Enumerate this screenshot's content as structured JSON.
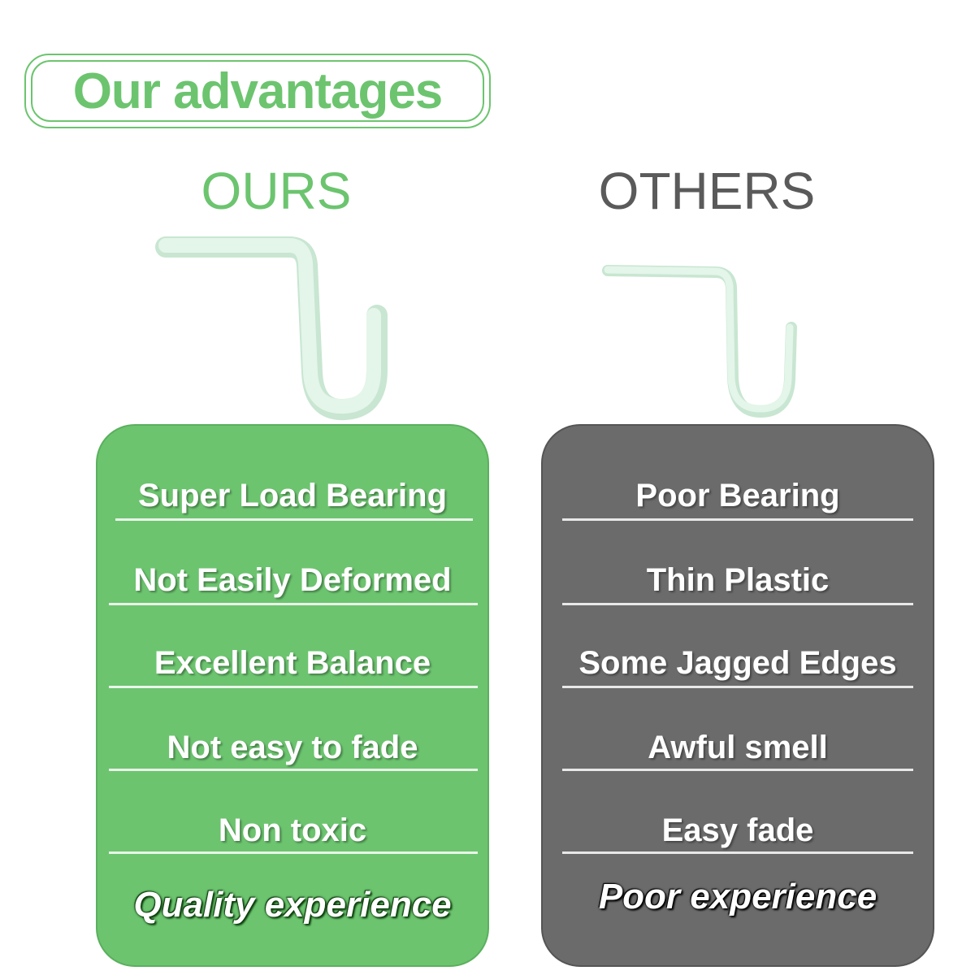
{
  "header": {
    "title": "Our advantages"
  },
  "columns": {
    "ours": {
      "heading": "OURS",
      "items": [
        "Super Load Bearing",
        "Not Easily Deformed",
        "Excellent Balance",
        "Not easy to fade",
        "Non toxic"
      ],
      "closing": "Quality experience"
    },
    "others": {
      "heading": "OTHERS",
      "items": [
        "Poor Bearing",
        "Thin Plastic",
        "Some Jagged Edges",
        "Awful smell",
        "Easy fade"
      ],
      "closing": "Poor experience"
    }
  },
  "colors": {
    "accent_green": "#6cc46f",
    "others_gray": "#6b6b6b",
    "hook_color": "#dff3e6"
  },
  "icons": {
    "ours_hook": "thick-hook-icon",
    "others_hook": "thin-hook-icon"
  }
}
